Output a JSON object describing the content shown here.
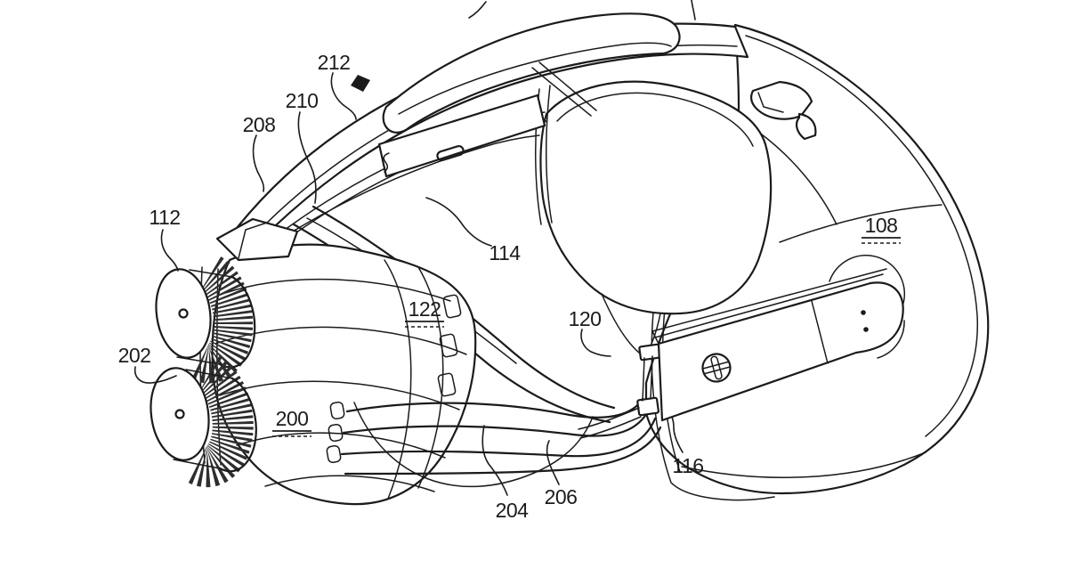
{
  "figure": {
    "kind": "patent-line-drawing",
    "subject": "head-mounted-display-headset-perspective-view",
    "background_color": "#ffffff",
    "line_color": "#1b1b1b"
  },
  "reference_numerals": [
    {
      "id": "112",
      "text": "112",
      "underlined": false
    },
    {
      "id": "202",
      "text": "202",
      "underlined": false
    },
    {
      "id": "208",
      "text": "208",
      "underlined": false
    },
    {
      "id": "210",
      "text": "210",
      "underlined": false
    },
    {
      "id": "212",
      "text": "212",
      "underlined": false
    },
    {
      "id": "114",
      "text": "114",
      "underlined": false
    },
    {
      "id": "122",
      "text": "122",
      "underlined": true
    },
    {
      "id": "120",
      "text": "120",
      "underlined": false
    },
    {
      "id": "200",
      "text": "200",
      "underlined": true
    },
    {
      "id": "108",
      "text": "108",
      "underlined": true
    },
    {
      "id": "116",
      "text": "116",
      "underlined": false
    },
    {
      "id": "204",
      "text": "204",
      "underlined": false
    },
    {
      "id": "206",
      "text": "206",
      "underlined": false
    }
  ]
}
